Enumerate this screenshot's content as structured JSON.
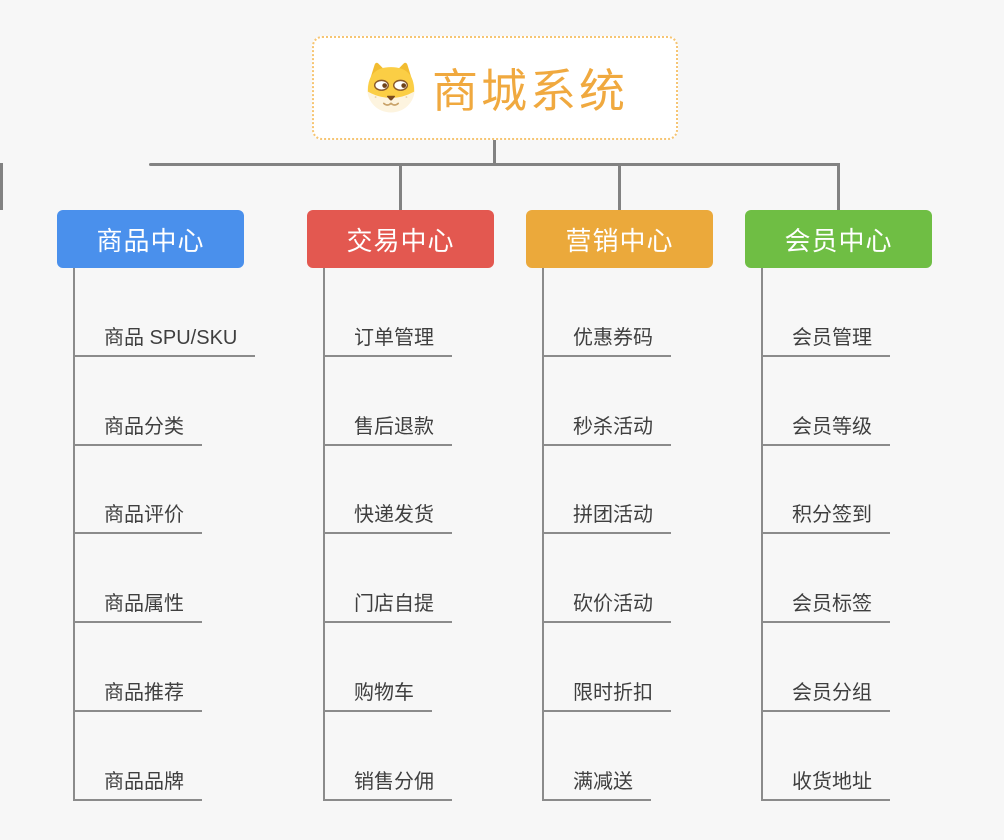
{
  "background_color": "#F7F7F7",
  "connector_color": "#828282",
  "root": {
    "title": "商城系统",
    "title_color": "#F0A93F",
    "border_color": "#F6C573",
    "icon": "dog-face-icon"
  },
  "branches": [
    {
      "label": "商品中心",
      "color": "#4A90EC",
      "items": [
        "商品 SPU/SKU",
        "商品分类",
        "商品评价",
        "商品属性",
        "商品推荐",
        "商品品牌"
      ]
    },
    {
      "label": "交易中心",
      "color": "#E35850",
      "items": [
        "订单管理",
        "售后退款",
        "快递发货",
        "门店自提",
        "购物车",
        "销售分佣"
      ]
    },
    {
      "label": "营销中心",
      "color": "#EBA93B",
      "items": [
        "优惠券码",
        "秒杀活动",
        "拼团活动",
        "砍价活动",
        "限时折扣",
        "满减送"
      ]
    },
    {
      "label": "会员中心",
      "color": "#6FBE44",
      "items": [
        "会员管理",
        "会员等级",
        "积分签到",
        "会员标签",
        "会员分组",
        "收货地址"
      ]
    }
  ]
}
